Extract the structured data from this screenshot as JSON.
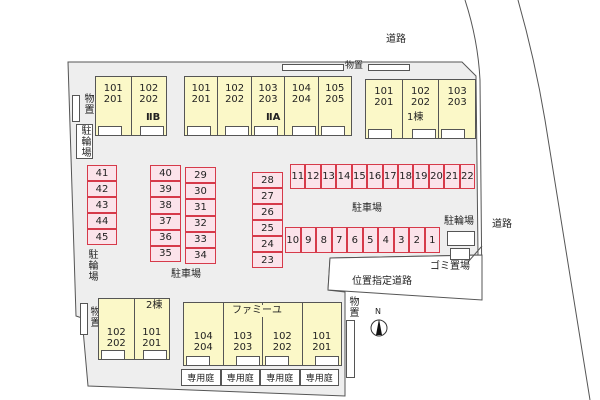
{
  "roads": {
    "top": "道路",
    "right": "道路",
    "private": "位置指定道路"
  },
  "labels": {
    "parking_main": "駐車場",
    "parking_left": "駐車場",
    "storage": "物置",
    "bike": "駐輪場",
    "garbage": "ゴミ置場",
    "garden": "専用庭",
    "north": "N"
  },
  "buildings": {
    "iib": {
      "name": "ⅡB",
      "units": [
        "101\n201",
        "102\n202"
      ]
    },
    "iia": {
      "name": "ⅡA",
      "units": [
        "101\n201",
        "102\n202",
        "103\n203",
        "104\n204",
        "105\n205"
      ]
    },
    "b1": {
      "name": "1棟",
      "units": [
        "101\n201",
        "102\n202",
        "103\n203"
      ]
    },
    "b2": {
      "name": "2棟",
      "units": [
        "102\n202",
        "101\n201"
      ]
    },
    "famille": {
      "name": "ファミーユ",
      "units": [
        "104\n204",
        "103\n203",
        "102\n202",
        "101\n201"
      ]
    }
  },
  "parking": {
    "row_top": [
      "11",
      "12",
      "13",
      "14",
      "15",
      "16",
      "17",
      "18",
      "19",
      "20",
      "21",
      "22"
    ],
    "row_bottom": [
      "10",
      "9",
      "8",
      "7",
      "6",
      "5",
      "4",
      "3",
      "2",
      "1"
    ],
    "col_left": [
      "41",
      "42",
      "43",
      "44",
      "45"
    ],
    "col_a": [
      "40",
      "39",
      "38",
      "37",
      "36",
      "35"
    ],
    "col_b": [
      "29",
      "30",
      "31",
      "32",
      "33",
      "34"
    ],
    "col_c": [
      "28",
      "27",
      "26",
      "25",
      "24",
      "23"
    ]
  },
  "colors": {
    "building": "#fbf8c8",
    "parking": "#fbe3ea",
    "parking_border": "#d63a4a",
    "site": "#eeeeee"
  }
}
